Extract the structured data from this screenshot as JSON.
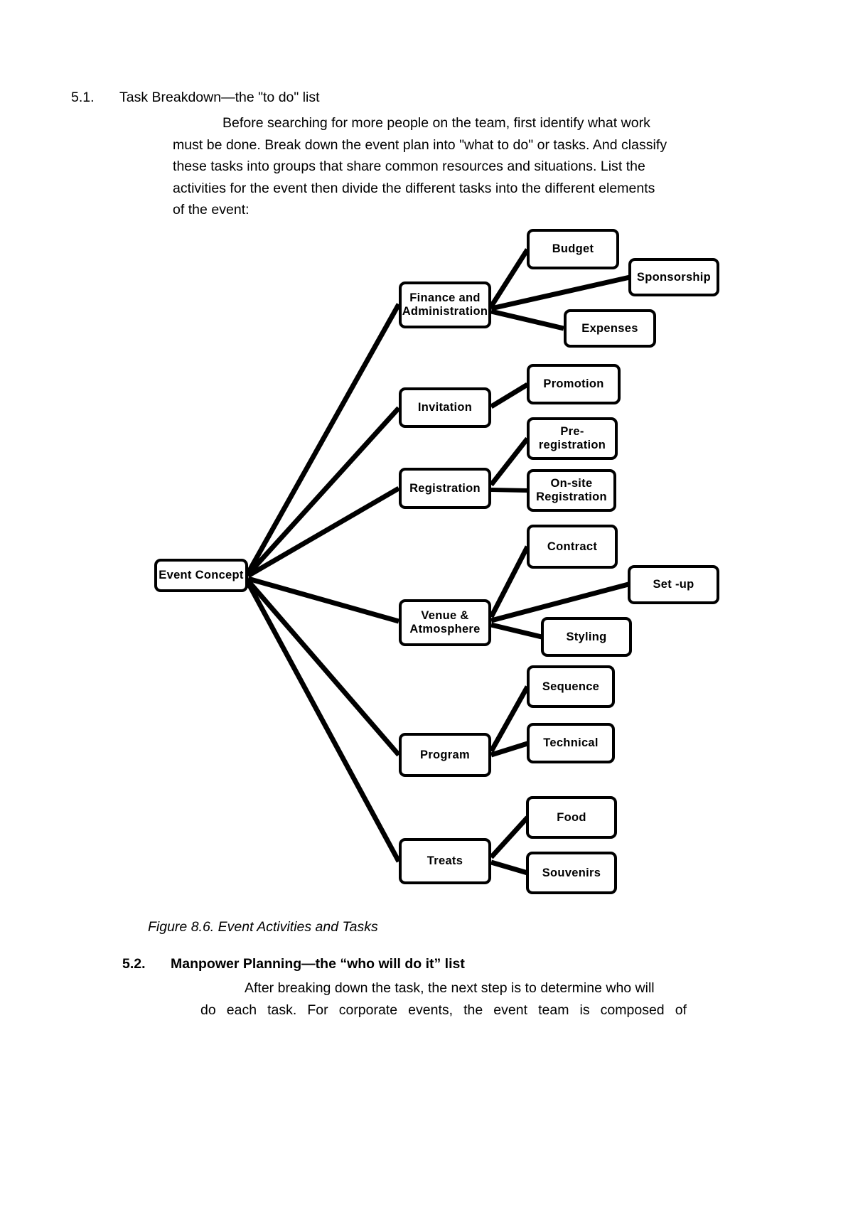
{
  "document": {
    "section_51": {
      "number": "5.1.",
      "title": "Task Breakdown—the \"to do\" list",
      "body": "Before searching for more people on the team, first identify what work must be done. Break down the event plan into \"what to do\" or tasks. And classify these tasks into groups that share common resources and situations. List the activities for the event then divide the different tasks into the different elements of the event:"
    },
    "figure_caption": "Figure 8.6. Event Activities and Tasks",
    "section_52": {
      "number": "5.2.",
      "title": "Manpower Planning—the “who will do it” list",
      "body_line1": "After breaking down the task, the next step is to determine who will",
      "body_line2": "do each task. For corporate events, the event team is composed of"
    }
  },
  "diagram": {
    "title": "Event Activities and Tasks",
    "root": {
      "label": "Event Concept"
    },
    "branches": [
      {
        "label": "Finance and Administration",
        "children": [
          {
            "label": "Budget"
          },
          {
            "label": "Sponsorship"
          },
          {
            "label": "Expenses"
          }
        ]
      },
      {
        "label": "Invitation",
        "children": [
          {
            "label": "Promotion"
          }
        ]
      },
      {
        "label": "Registration",
        "children": [
          {
            "label": "Pre-registration"
          },
          {
            "label": "On-site Registration"
          }
        ]
      },
      {
        "label": "Venue & Atmosphere",
        "children": [
          {
            "label": "Contract"
          },
          {
            "label": "Set -up"
          },
          {
            "label": "Styling"
          }
        ]
      },
      {
        "label": "Program",
        "children": [
          {
            "label": "Sequence"
          },
          {
            "label": "Technical"
          }
        ]
      },
      {
        "label": "Treats",
        "children": [
          {
            "label": "Food"
          },
          {
            "label": "Souvenirs"
          }
        ]
      }
    ]
  },
  "colors": {
    "page_background": "#ffffff",
    "text": "#000000",
    "node_border": "#000000",
    "node_fill": "#ffffff",
    "connector": "#000000"
  }
}
